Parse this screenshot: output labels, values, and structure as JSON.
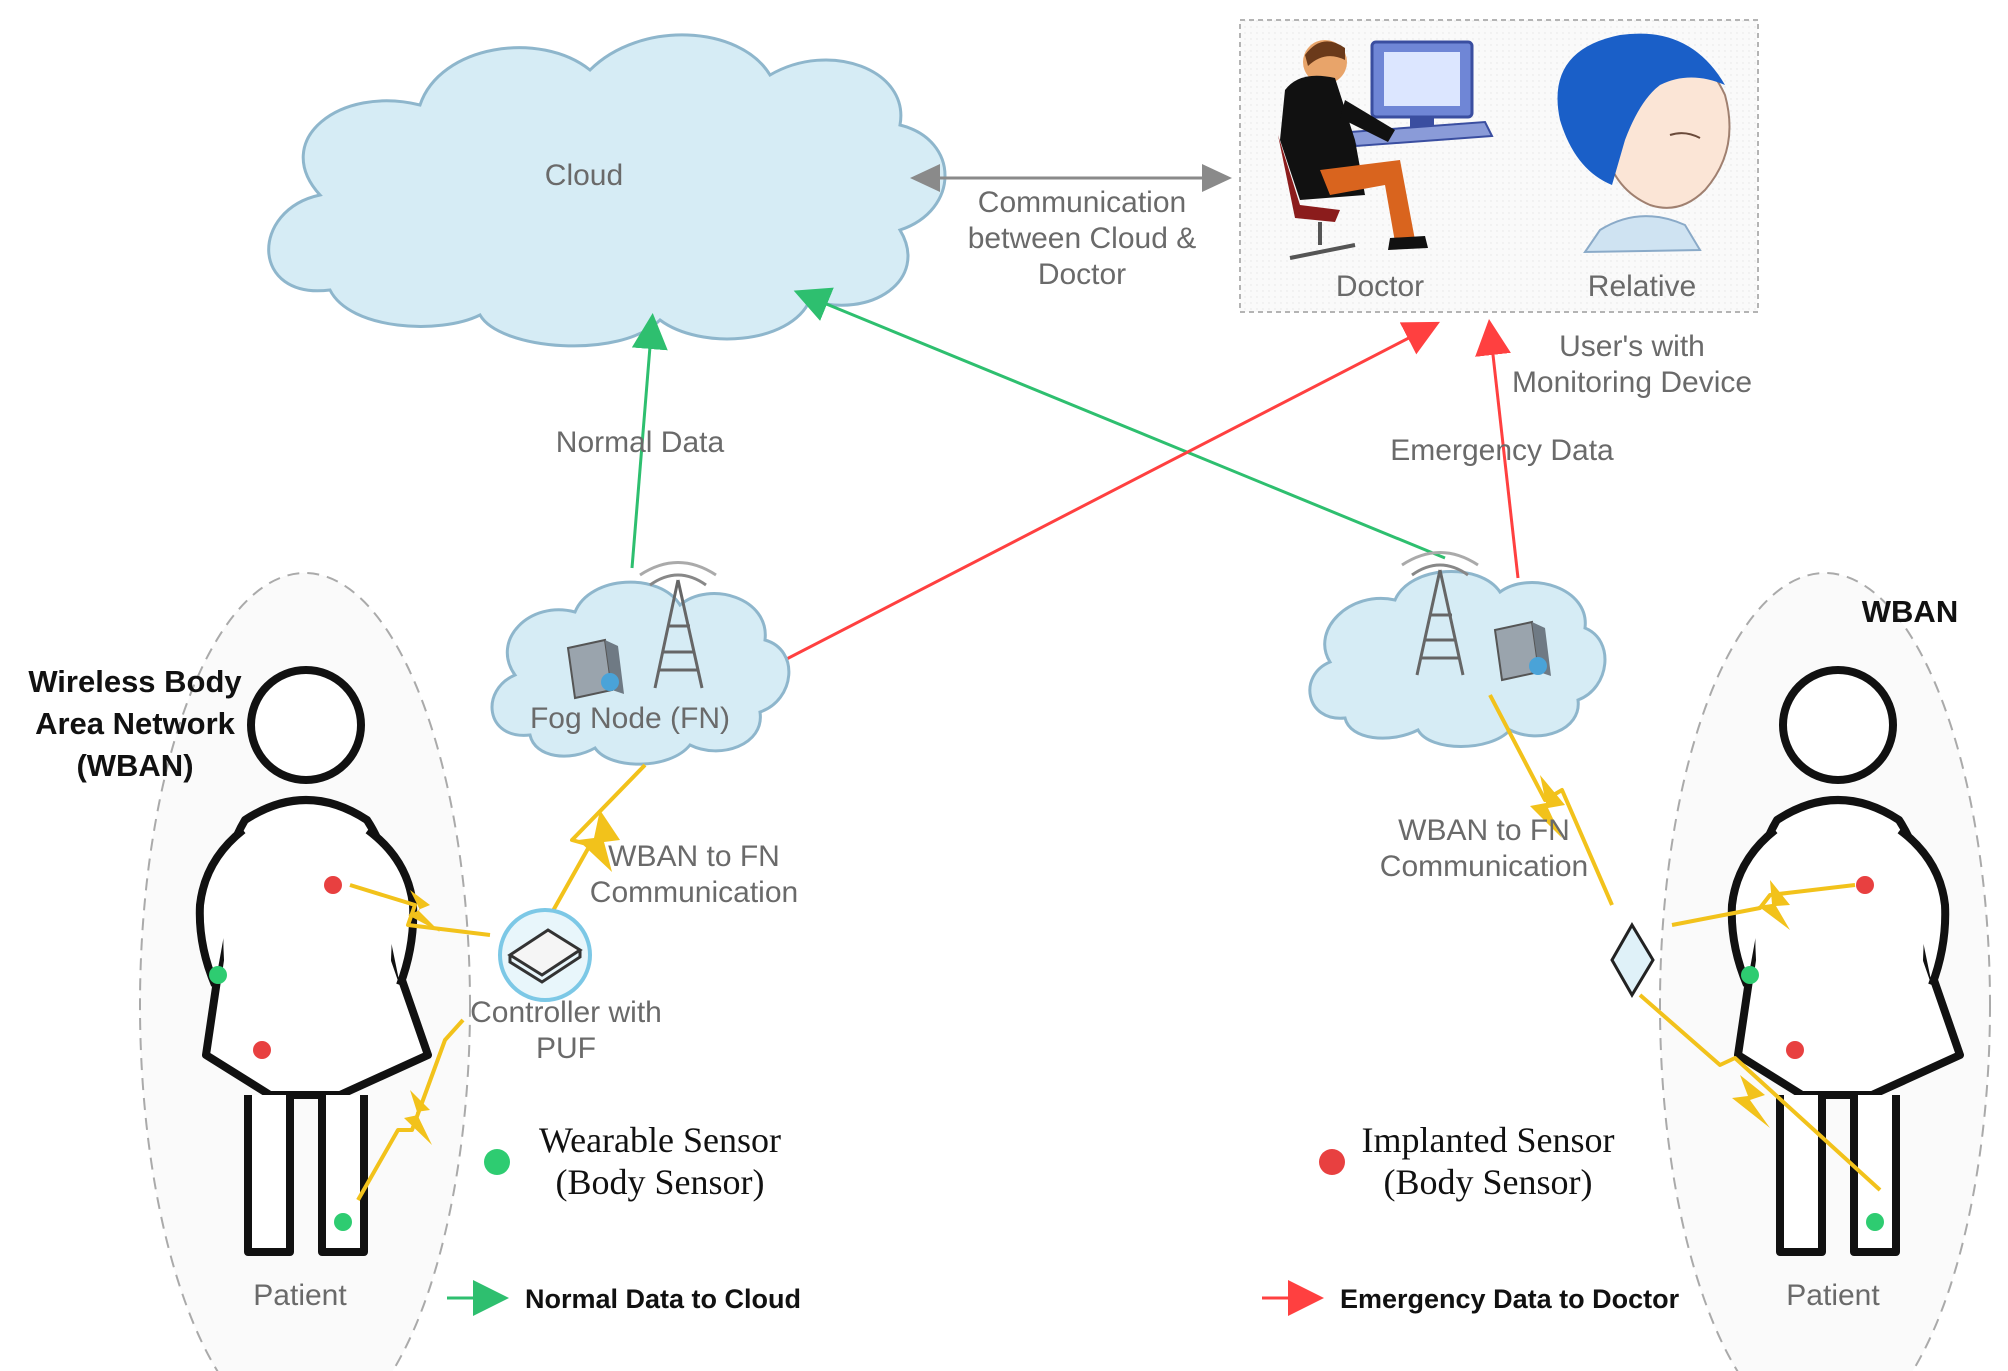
{
  "cloud": {
    "label": "Cloud"
  },
  "cloud_doctor_link": {
    "lines": [
      "Communication",
      "between Cloud &",
      "Doctor"
    ]
  },
  "users_box": {
    "doctor_label": "Doctor",
    "relative_label": "Relative",
    "caption_lines": [
      "User's with",
      "Monitoring Device"
    ]
  },
  "flows": {
    "normal_data": "Normal Data",
    "emergency_data": "Emergency Data"
  },
  "fog_node": {
    "label": "Fog Node (FN)"
  },
  "wban_left": {
    "title_lines": [
      "Wireless Body",
      "Area Network",
      "(WBAN)"
    ],
    "patient": "Patient"
  },
  "wban_right": {
    "title": "WBAN",
    "patient": "Patient"
  },
  "comm": {
    "left_lines": [
      "WBAN to FN",
      "Communication"
    ],
    "right_lines": [
      "WBAN to FN",
      "Communication"
    ]
  },
  "controller": {
    "lines": [
      "Controller with",
      "PUF"
    ]
  },
  "sensors": {
    "wearable_lines": [
      "Wearable Sensor",
      "(Body Sensor)"
    ],
    "implanted_lines": [
      "Implanted Sensor",
      "(Body Sensor)"
    ],
    "wearable_color": "#2ecc71",
    "implanted_color": "#e84040"
  },
  "legend": {
    "normal": "Normal Data to Cloud",
    "emergency": "Emergency Data to Doctor",
    "normal_color": "#2ebf6f",
    "emergency_color": "#ff4040"
  },
  "colors": {
    "cloud_fill": "#d6ecf5",
    "cloud_stroke": "#8eb6cc",
    "lightning": "#f2c21b"
  }
}
